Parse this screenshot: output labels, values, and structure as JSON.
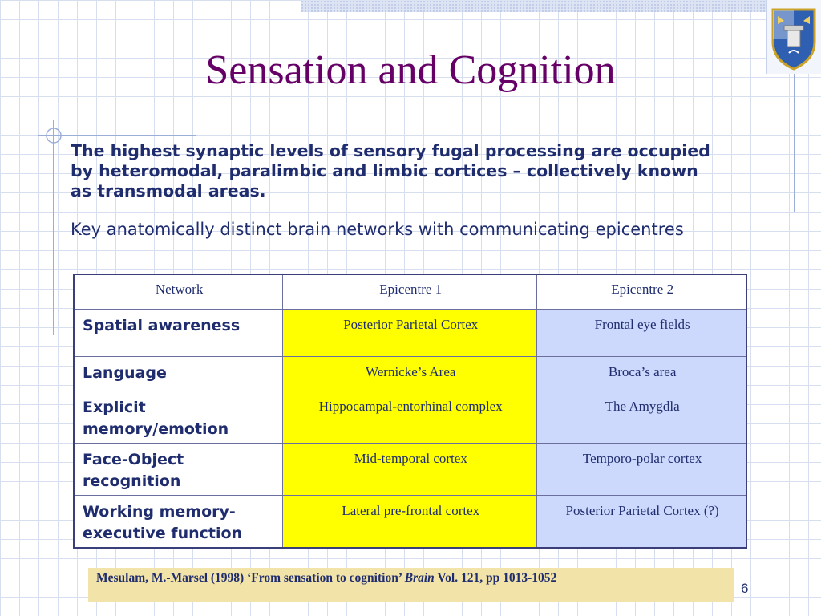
{
  "slide": {
    "title": "Sensation and Cognition",
    "lead": "The highest synaptic levels of sensory fugal processing are occupied by heteromodal, paralimbic and limbic cortices – collectively known as transmodal areas.",
    "subtitle": "Key anatomically distinct brain networks with communicating epicentres",
    "page_number": "6"
  },
  "table": {
    "headers": [
      "Network",
      "Epicentre 1",
      "Epicentre 2"
    ],
    "rows": [
      {
        "network": "Spatial awareness",
        "epicentre1": "Posterior Parietal Cortex",
        "epicentre2": "Frontal eye fields"
      },
      {
        "network": "Language",
        "epicentre1": "Wernicke’s Area",
        "epicentre2": "Broca’s area"
      },
      {
        "network": "Explicit memory/emotion",
        "epicentre1": "Hippocampal-entorhinal complex",
        "epicentre2": "The Amygdla"
      },
      {
        "network": "Face-Object recognition",
        "epicentre1": "Mid-temporal cortex",
        "epicentre2": "Temporo-polar cortex"
      },
      {
        "network": "Working memory-executive function",
        "epicentre1": "Lateral pre-frontal cortex",
        "epicentre2": "Posterior Parietal Cortex (?)"
      }
    ]
  },
  "reference": {
    "before": "Mesulam, M.-Marsel (1998) ‘From sensation to cognition’ ",
    "journal": "Brain",
    "after": " Vol. 121, pp 1013-1052"
  },
  "icons": {
    "crest": "university-crest-icon"
  },
  "colors": {
    "title": "#660066",
    "text": "#1f2d6e",
    "epicentre1_fill": "#ffff00",
    "epicentre2_fill": "#ccd8fc",
    "reference_fill": "#f2e3a8"
  }
}
